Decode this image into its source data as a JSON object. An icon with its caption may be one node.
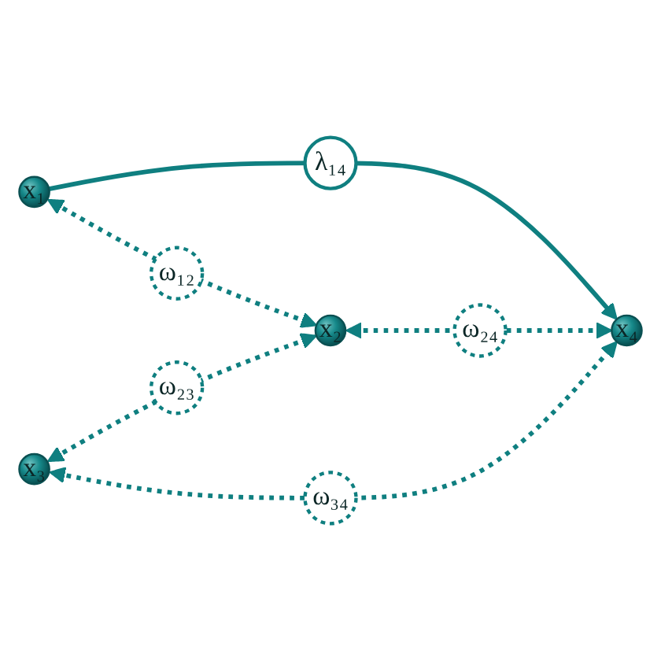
{
  "diagram": {
    "nodes": [
      {
        "text": [
          "x₁"
        ]
      },
      {
        "text": [
          "x₂"
        ]
      },
      {
        "text": [
          "x₃"
        ]
      },
      {
        "text": [
          "x₄"
        ]
      }
    ],
    "edges": [
      {
        "from": 0,
        "to": 1,
        "arrow": "both",
        "label": "ω₁₂",
        "style": "dashed"
      },
      {
        "from": 0,
        "to": 3,
        "arrow": "to",
        "label": "λ₁₄"
      },
      {
        "from": 2,
        "to": 1,
        "arrow": "both",
        "label": "ω₂₃",
        "style": "dashed"
      },
      {
        "from": 1,
        "to": 3,
        "arrow": "both",
        "label": "ω₂₄",
        "style": "dashed"
      },
      {
        "from": 2,
        "to": 3,
        "arrow": "both",
        "label": "ω₃₄",
        "style": "dashed"
      }
    ]
  }
}
